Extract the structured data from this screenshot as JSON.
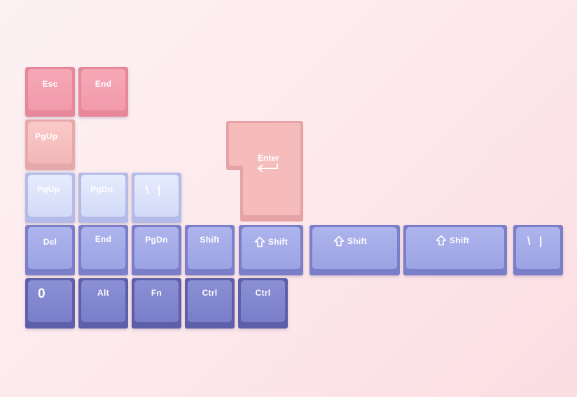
{
  "keys": {
    "esc": "Esc",
    "end_pink": "End",
    "pgup_salmon": "PgUp",
    "pgup_pale": "PgUp",
    "pgdn_pale": "PgDn",
    "backslash_pale": "\\ |",
    "enter": "Enter",
    "del": "Del",
    "end_mid": "End",
    "pgdn_mid": "PgDn",
    "shift_1": "Shift",
    "shift_2": "Shift",
    "shift_3": "Shift",
    "shift_4": "Shift",
    "backslash_mid": "\\ |",
    "zero": "0",
    "alt": "Alt",
    "fn": "Fn",
    "ctrl_1": "Ctrl",
    "ctrl_2": "Ctrl"
  },
  "colors": {
    "pink": "#f19aab",
    "salmon": "#f3b7b8",
    "pale_lavender": "#d2daf7",
    "lavender": "#9ca3e4",
    "dark_lavender": "#7a7ec9",
    "background": "#fde9ec"
  },
  "icons": {
    "shift_arrow": "up-arrow-outline-icon",
    "enter_arrow": "return-arrow-icon"
  }
}
